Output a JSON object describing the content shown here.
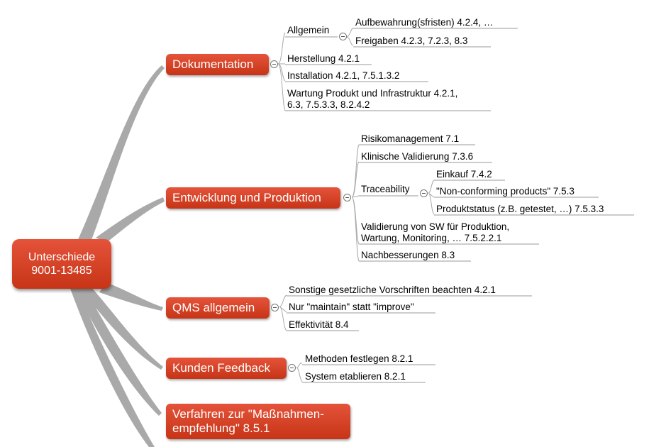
{
  "root": {
    "lines": [
      "Unterschiede",
      "9001-13485"
    ]
  },
  "branches": [
    {
      "label": "Dokumentation",
      "children": [
        {
          "label": "Allgemein",
          "children": [
            {
              "label": "Aufbewahrung(sfristen) 4.2.4, …"
            },
            {
              "label": "Freigaben 4.2.3, 7.2.3, 8.3"
            }
          ]
        },
        {
          "label": "Herstellung 4.2.1"
        },
        {
          "label": "Installation 4.2.1, 7.5.1.3.2"
        },
        {
          "label": "Wartung Produkt und Infrastruktur 4.2.1,",
          "label2": "6.3, 7.5.3.3, 8.2.4.2"
        }
      ]
    },
    {
      "label": "Entwicklung und Produktion",
      "children": [
        {
          "label": "Risikomanagement 7.1"
        },
        {
          "label": "Klinische Validierung 7.3.6"
        },
        {
          "label": "Traceability",
          "children": [
            {
              "label": "Einkauf 7.4.2"
            },
            {
              "label": "\"Non-conforming products\" 7.5.3"
            },
            {
              "label": "Produktstatus (z.B. getestet, …) 7.5.3.3"
            }
          ]
        },
        {
          "label": "Validierung von SW für Produktion,",
          "label2": "Wartung, Monitoring, … 7.5.2.2.1"
        },
        {
          "label": "Nachbesserungen 8.3"
        }
      ]
    },
    {
      "label": "QMS allgemein",
      "children": [
        {
          "label": "Sonstige gesetzliche Vorschriften beachten 4.2.1"
        },
        {
          "label": "Nur \"maintain\" statt \"improve\""
        },
        {
          "label": "Effektivität 8.4"
        }
      ]
    },
    {
      "label": "Kunden Feedback",
      "children": [
        {
          "label": "Methoden festlegen 8.2.1"
        },
        {
          "label": "System etablieren 8.2.1"
        }
      ]
    },
    {
      "label": "Verfahren zur \"Maßnahmen-",
      "label2": "empfehlung\" 8.5.1"
    }
  ],
  "colors": {
    "branch": "#d9401f",
    "connector": "#aaaaaa",
    "underline": "#999999"
  }
}
